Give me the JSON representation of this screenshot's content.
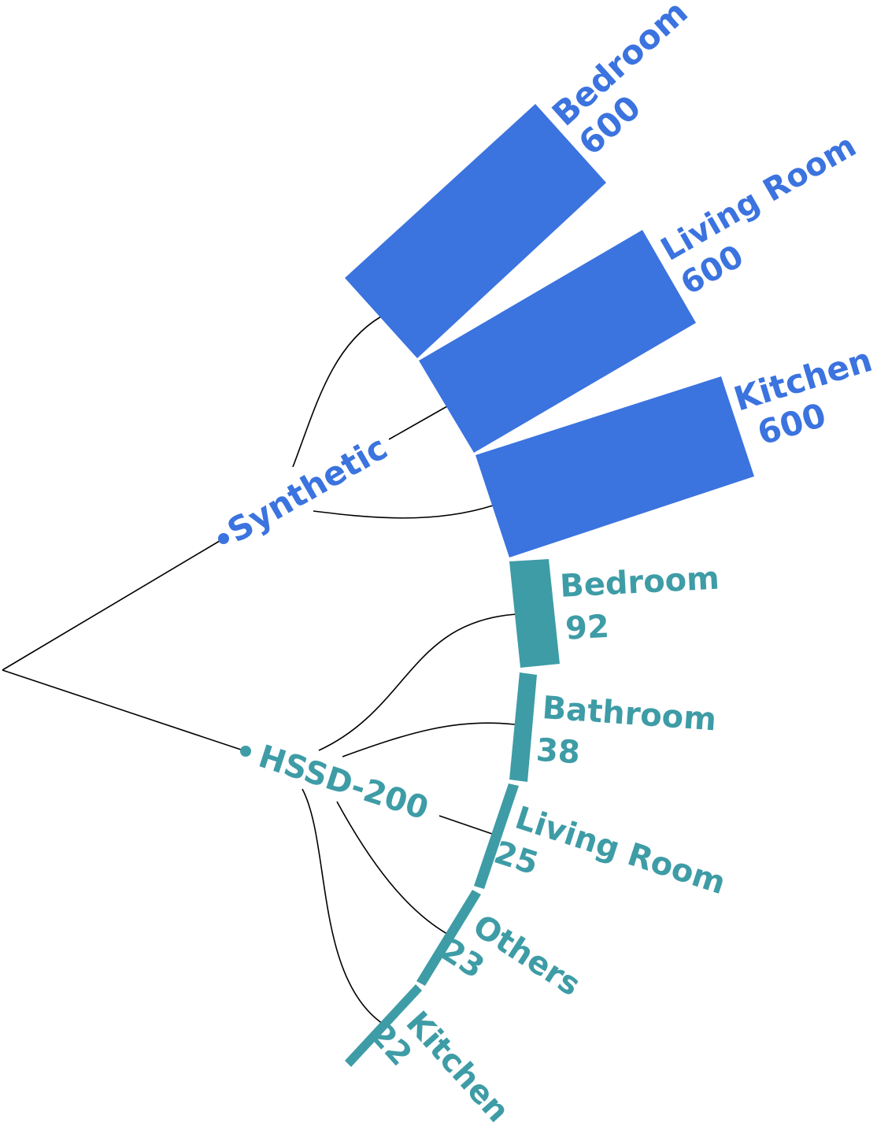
{
  "colors": {
    "synthetic": "#3B73DF",
    "hssd": "#3E9CA6",
    "link": "#000000"
  },
  "groups": [
    {
      "label": "Synthetic",
      "color": "#3B73DF",
      "items": [
        {
          "name": "Bedroom",
          "count": "600",
          "value": 600
        },
        {
          "name": "Living Room",
          "count": "600",
          "value": 600
        },
        {
          "name": "Kitchen",
          "count": "600",
          "value": 600
        }
      ]
    },
    {
      "label": "HSSD-200",
      "color": "#3E9CA6",
      "items": [
        {
          "name": "Bedroom",
          "count": "92",
          "value": 92
        },
        {
          "name": "Bathroom",
          "count": "38",
          "value": 38
        },
        {
          "name": "Living Room",
          "count": "25",
          "value": 25
        },
        {
          "name": "Others",
          "count": "23",
          "value": 23
        },
        {
          "name": "Kitchen",
          "count": "22",
          "value": 22
        }
      ]
    }
  ]
}
